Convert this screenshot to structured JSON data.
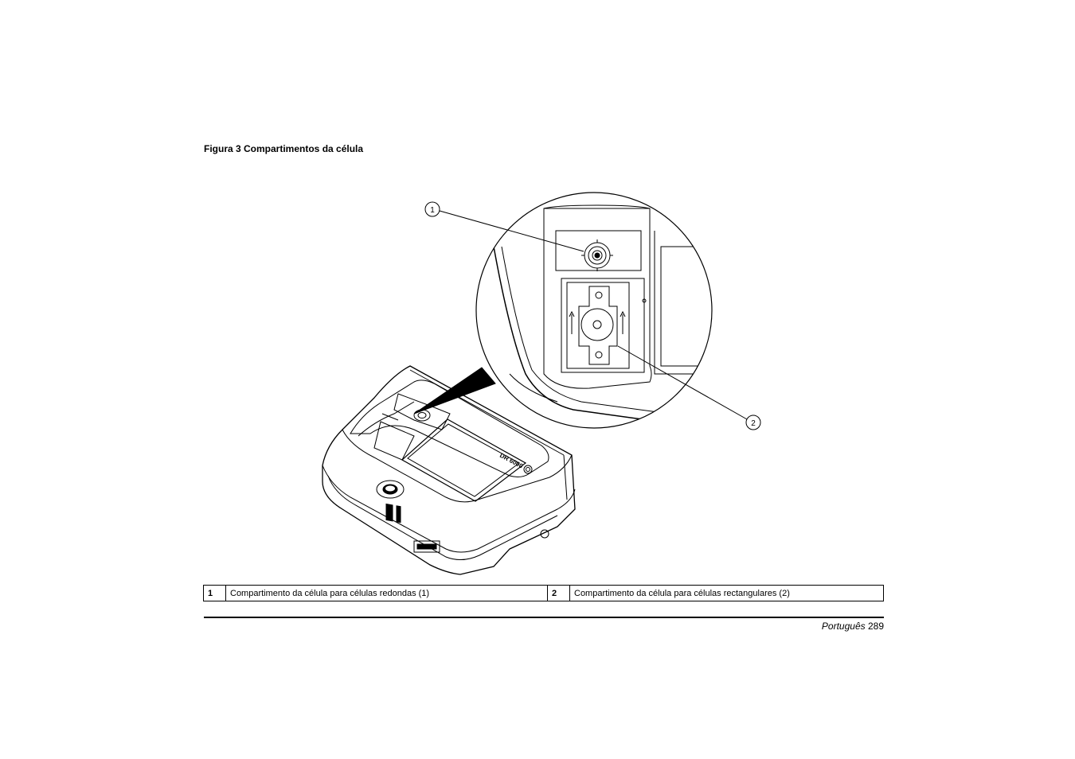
{
  "figure": {
    "title": "Figura 3 Compartimentos da célula",
    "callouts": [
      "1",
      "2"
    ],
    "device_label": "DR 6000"
  },
  "legend": [
    {
      "num": "1",
      "text": "Compartimento da célula para células redondas (1)"
    },
    {
      "num": "2",
      "text": "Compartimento da célula para células rectangulares (2)"
    }
  ],
  "footer": {
    "language": "Português",
    "page": "289"
  }
}
